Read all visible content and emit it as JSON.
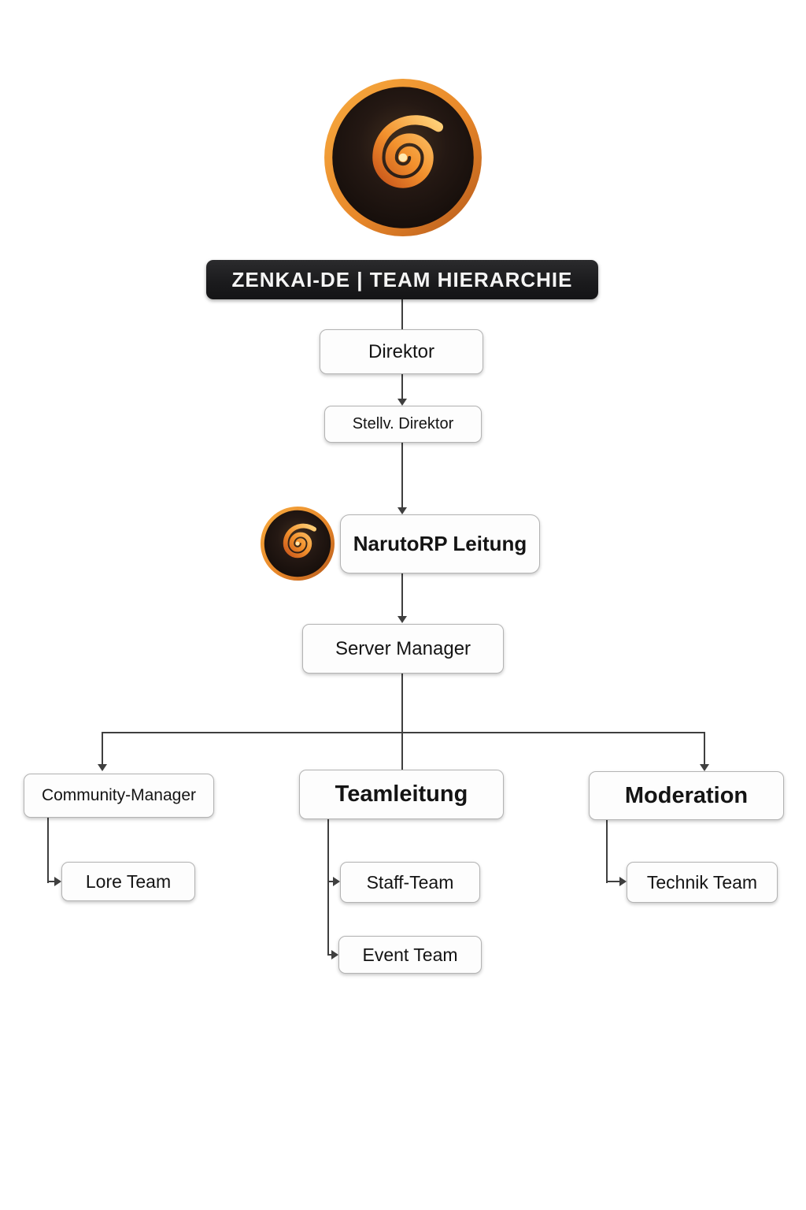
{
  "header": {
    "title": "ZENKAI-DE | TEAM HIERARCHIE"
  },
  "logo": {
    "main_icon": "zenkai-spiral-logo",
    "small_icon": "zenkai-spiral-logo-small"
  },
  "nodes": {
    "direktor": {
      "label": "Direktor"
    },
    "stellv_direktor": {
      "label": "Stellv. Direktor"
    },
    "narutorp_leitung": {
      "label": "NarutoRP Leitung"
    },
    "server_manager": {
      "label": "Server Manager"
    },
    "community_manager": {
      "label": "Community-Manager"
    },
    "teamleitung": {
      "label": "Teamleitung"
    },
    "moderation": {
      "label": "Moderation"
    },
    "lore_team": {
      "label": "Lore Team"
    },
    "staff_team": {
      "label": "Staff-Team"
    },
    "event_team": {
      "label": "Event Team"
    },
    "technik_team": {
      "label": "Technik Team"
    }
  },
  "colors": {
    "accent_orange": "#ef8f2d",
    "title_bar_bg": "#1d1d1f",
    "box_background": "#fdfdfd",
    "box_border": "#b3b3b3",
    "connector": "#3f3f3f",
    "text": "#141414"
  }
}
